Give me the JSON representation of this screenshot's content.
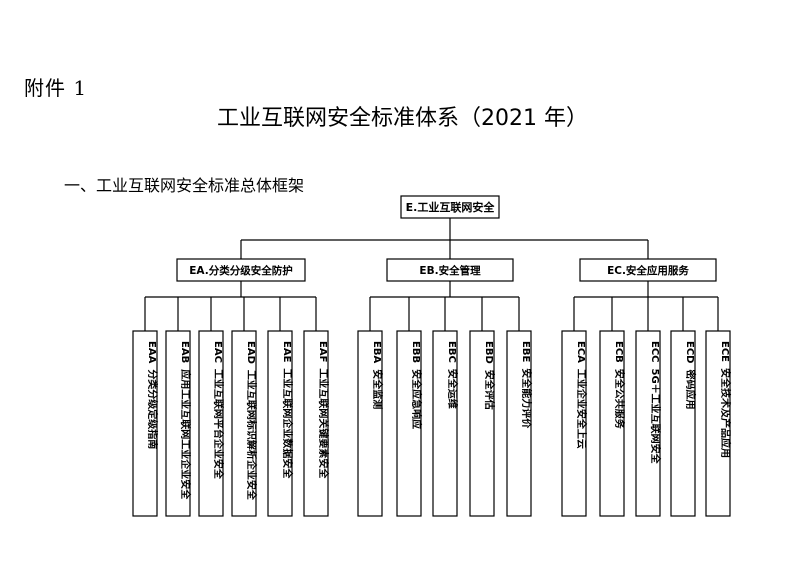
{
  "attachment_label": "附件 1",
  "doc_title": "工业互联网安全标准体系（2021 年）",
  "section_heading": "一、工业互联网安全标准总体框架",
  "tree": {
    "root": "E.工业互联网安全",
    "groups": [
      {
        "label": "EA.分类分级安全防护",
        "children": [
          {
            "code": "EAA",
            "name": "分类分级定级指南"
          },
          {
            "code": "EAB",
            "name": "应用工业互联网工业企业安全"
          },
          {
            "code": "EAC",
            "name": "工业互联网平台企业安全"
          },
          {
            "code": "EAD",
            "name": "工业互联网标识解析企业安全"
          },
          {
            "code": "EAE",
            "name": "工业互联网企业数据安全"
          },
          {
            "code": "EAF",
            "name": "工业互联网关键要素安全"
          }
        ]
      },
      {
        "label": "EB.安全管理",
        "children": [
          {
            "code": "EBA",
            "name": "安全监测"
          },
          {
            "code": "EBB",
            "name": "安全应急响应"
          },
          {
            "code": "EBC",
            "name": "安全运维"
          },
          {
            "code": "EBD",
            "name": "安全评估"
          },
          {
            "code": "EBE",
            "name": "安全能力评价"
          }
        ]
      },
      {
        "label": "EC.安全应用服务",
        "children": [
          {
            "code": "ECA",
            "name": "工业企业安全上云"
          },
          {
            "code": "ECB",
            "name": "安全公共服务"
          },
          {
            "code": "ECC",
            "name": "5G＋工业互联网安全"
          },
          {
            "code": "ECD",
            "name": "密码应用"
          },
          {
            "code": "ECE",
            "name": "安全技术及产品应用"
          }
        ]
      }
    ]
  }
}
